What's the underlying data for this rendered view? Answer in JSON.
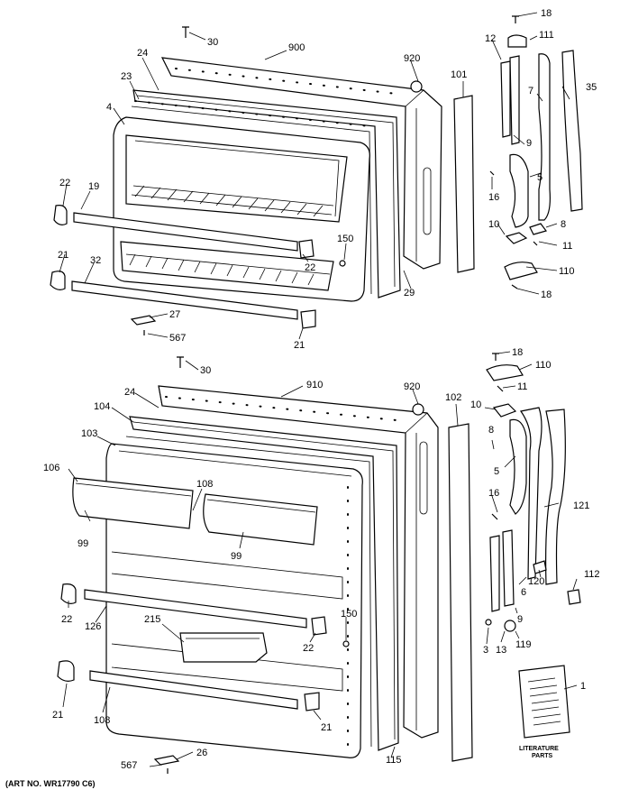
{
  "art_number": "(ART NO. WR17790 C6)",
  "literature_text_1": "LITERATURE",
  "literature_text_2": "PARTS",
  "labels": {
    "top": [
      "18",
      "30",
      "900",
      "920",
      "12",
      "111",
      "24",
      "23",
      "101",
      "7",
      "35",
      "4",
      "9",
      "5",
      "22",
      "19",
      "16",
      "10",
      "8",
      "150",
      "11",
      "22",
      "21",
      "32",
      "110",
      "29",
      "18",
      "27",
      "567",
      "21"
    ],
    "bottom": [
      "18",
      "110",
      "30",
      "910",
      "920",
      "11",
      "24",
      "102",
      "10",
      "104",
      "8",
      "103",
      "5",
      "106",
      "108",
      "16",
      "121",
      "99",
      "99",
      "112",
      "120",
      "6",
      "22",
      "126",
      "150",
      "215",
      "22",
      "3",
      "13",
      "119",
      "9",
      "1",
      "21",
      "108",
      "21",
      "567",
      "26",
      "115"
    ]
  }
}
